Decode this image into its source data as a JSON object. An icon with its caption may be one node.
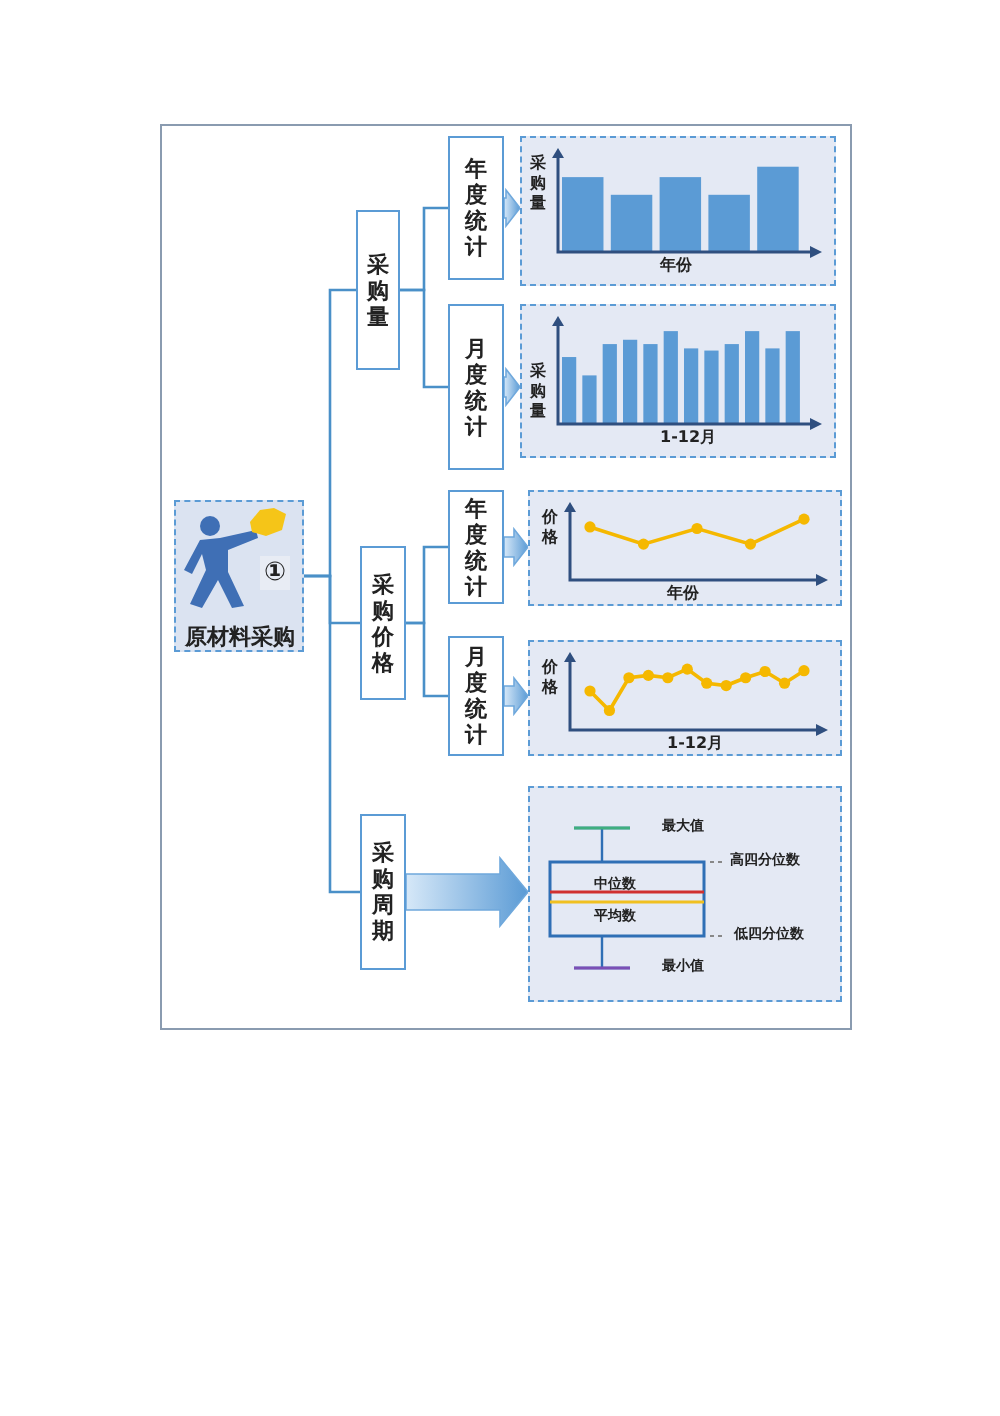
{
  "diagram": {
    "nodes": [
      {
        "text": [
          "①",
          "原材料采购"
        ]
      },
      {
        "text": [
          "采购量"
        ]
      },
      {
        "text": [
          "年度统计"
        ]
      },
      {
        "text": [
          "月度统计"
        ]
      },
      {
        "text": [
          "采购价格"
        ]
      },
      {
        "text": [
          "年度统计"
        ]
      },
      {
        "text": [
          "月度统计"
        ]
      },
      {
        "text": [
          "采购周期"
        ]
      },
      {
        "text": [
          "采购量",
          "年份"
        ]
      },
      {
        "text": [
          "采购量",
          "1-12月"
        ]
      },
      {
        "text": [
          "价格",
          "年份"
        ]
      },
      {
        "text": [
          "价格",
          "1-12月"
        ]
      },
      {
        "text": [
          "最大值",
          "高四分位数",
          "中位数",
          "平均数",
          "低四分位数",
          "最小值"
        ]
      }
    ],
    "edges": [
      {
        "from": 0,
        "to": 1,
        "arrow": "none"
      },
      {
        "from": 0,
        "to": 4,
        "arrow": "none"
      },
      {
        "from": 0,
        "to": 7,
        "arrow": "none"
      },
      {
        "from": 1,
        "to": 2,
        "arrow": "none"
      },
      {
        "from": 1,
        "to": 3,
        "arrow": "none"
      },
      {
        "from": 4,
        "to": 5,
        "arrow": "none"
      },
      {
        "from": 4,
        "to": 6,
        "arrow": "none"
      },
      {
        "from": 2,
        "to": 8,
        "arrow": "to",
        "style": "thick",
        "color": "#6fa8dc"
      },
      {
        "from": 3,
        "to": 9,
        "arrow": "to",
        "style": "thick",
        "color": "#6fa8dc"
      },
      {
        "from": 5,
        "to": 10,
        "arrow": "to",
        "style": "thick",
        "color": "#6fa8dc"
      },
      {
        "from": 6,
        "to": 11,
        "arrow": "to",
        "style": "thick",
        "color": "#6fa8dc"
      },
      {
        "from": 7,
        "to": 12,
        "arrow": "to",
        "style": "thick",
        "color": "#6fa8dc"
      }
    ]
  }
}
